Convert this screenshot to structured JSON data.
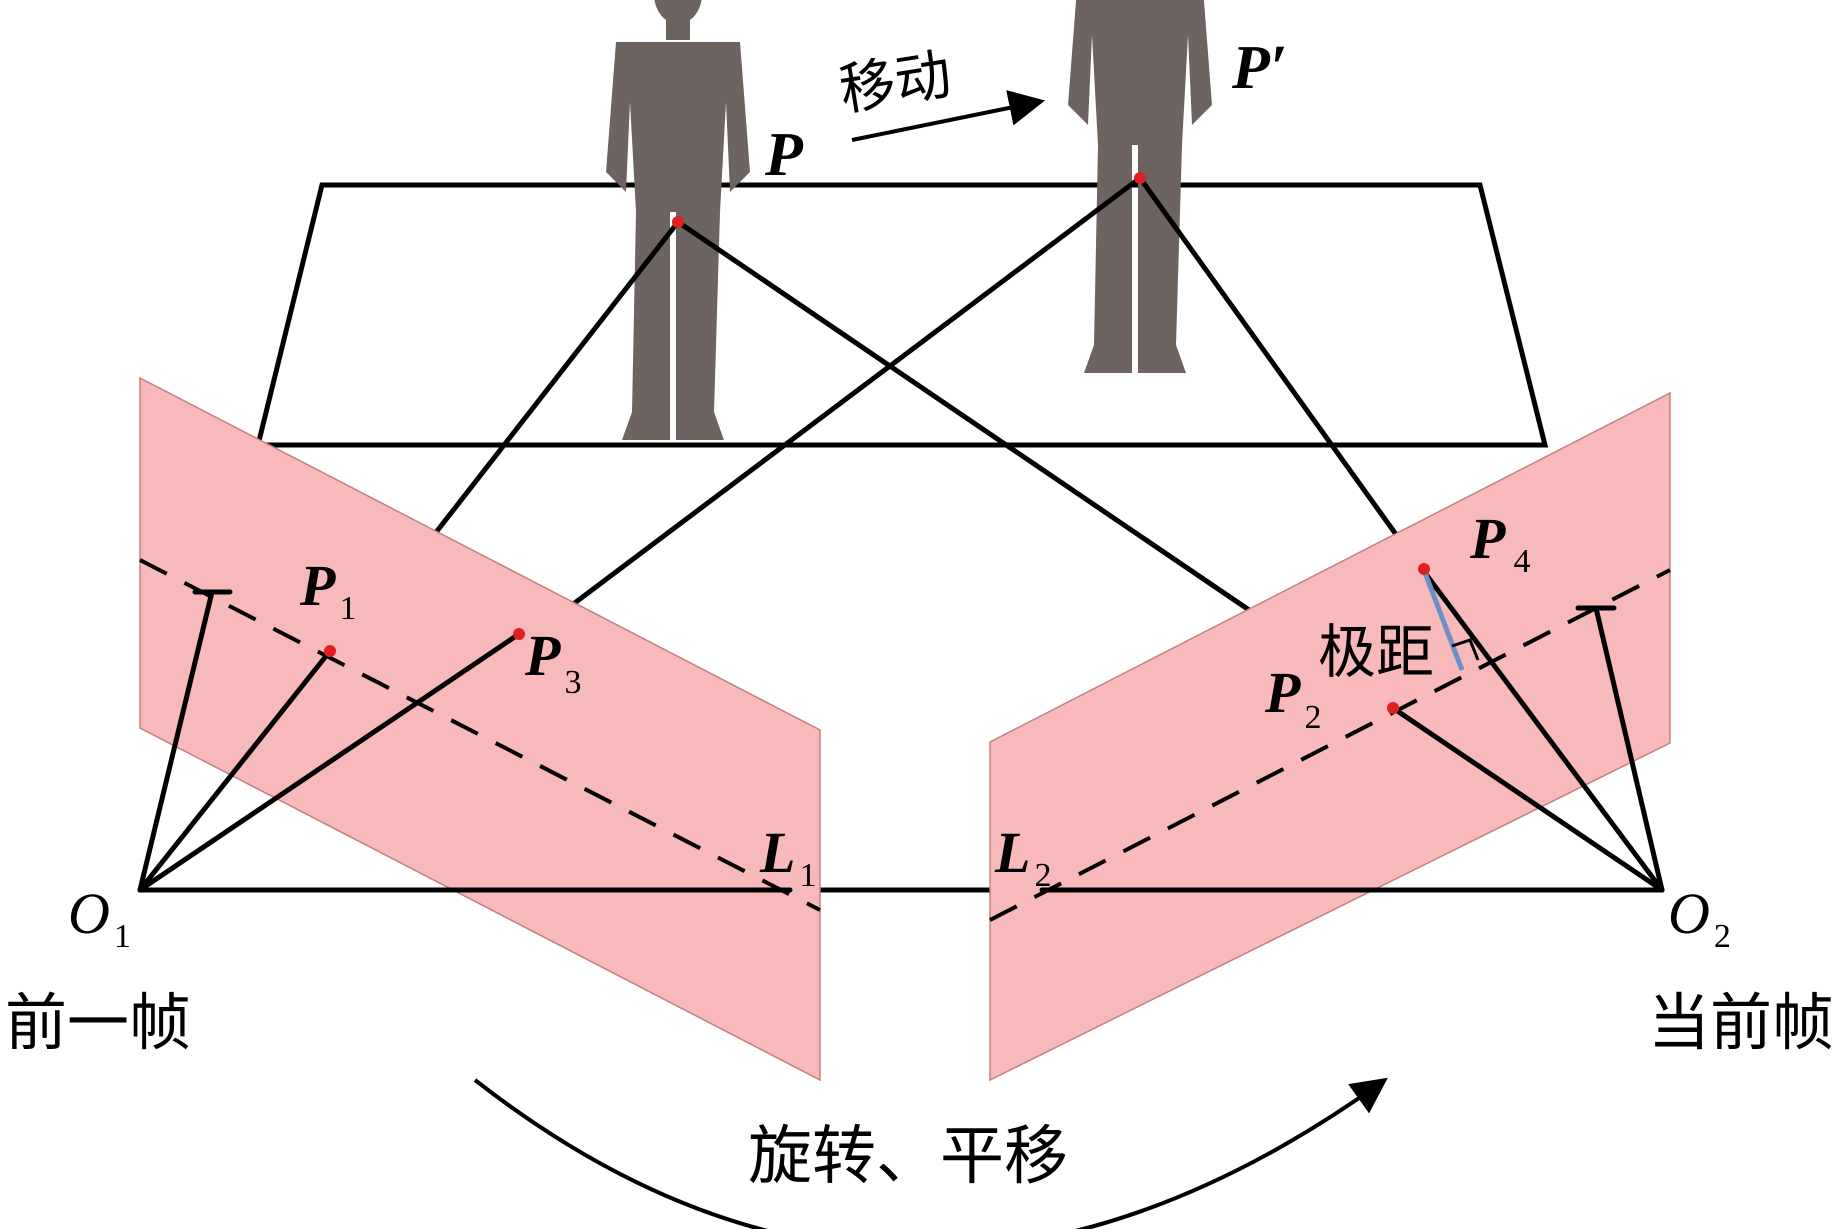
{
  "labels": {
    "move": "移动",
    "rotate_translate": "旋转、平移",
    "epipolar_distance": "极距",
    "prev_frame": "前一帧",
    "curr_frame": "当前帧",
    "P": "P",
    "P_prime": "P′",
    "P1_main": "P",
    "P1_sub": "1",
    "P2_main": "P",
    "P2_sub": "2",
    "P3_main": "P",
    "P3_sub": "3",
    "P4_main": "P",
    "P4_sub": "4",
    "L1_main": "L",
    "L1_sub": "1",
    "L2_main": "L",
    "L2_sub": "2",
    "O1_main": "O",
    "O1_sub": "1",
    "O2_main": "O",
    "O2_sub": "2"
  },
  "icons": {
    "person_left": "person-silhouette-icon",
    "person_right": "person-silhouette-icon"
  },
  "colors": {
    "plane_fill": "#f7b9b9",
    "plane_stroke": "#b06464",
    "line": "#000000",
    "point": "#e02020",
    "person": "#6d6361",
    "epipolar_segment": "#6f8fc8"
  }
}
